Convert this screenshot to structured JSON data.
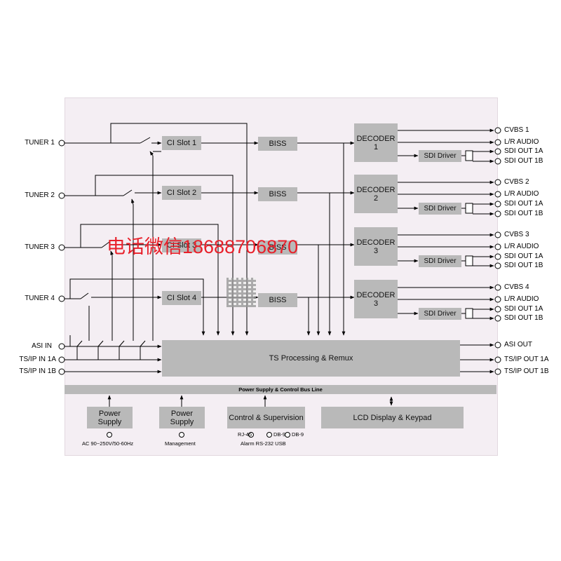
{
  "inputs": {
    "tuner1": "TUNER 1",
    "tuner2": "TUNER 2",
    "tuner3": "TUNER 3",
    "tuner4": "TUNER 4",
    "asi_in": "ASI IN",
    "tsip_in_1a": "TS/IP IN 1A",
    "tsip_in_1b": "TS/IP IN 1B"
  },
  "ci_slots": [
    "CI Slot 1",
    "CI Slot 2",
    "CI Slot 3",
    "CI Slot 4"
  ],
  "biss": [
    "BISS",
    "BISS",
    "BISS",
    "BISS"
  ],
  "decoders": [
    {
      "title": "DECODER",
      "num": "1"
    },
    {
      "title": "DECODER",
      "num": "2"
    },
    {
      "title": "DECODER",
      "num": "3"
    },
    {
      "title": "DECODER",
      "num": "3"
    }
  ],
  "sdi_driver": "SDI Driver",
  "outputs": {
    "ch1": [
      "CVBS 1",
      "L/R AUDIO",
      "SDI OUT 1A",
      "SDI OUT 1B"
    ],
    "ch2": [
      "CVBS 2",
      "L/R AUDIO",
      "SDI OUT 1A",
      "SDI OUT 1B"
    ],
    "ch3": [
      "CVBS 3",
      "L/R AUDIO",
      "SDI OUT 1A",
      "SDI OUT 1B"
    ],
    "ch4": [
      "CVBS 4",
      "L/R AUDIO",
      "SDI OUT 1A",
      "SDI OUT 1B"
    ],
    "asi_out": "ASI OUT",
    "tsip_out_1a": "TS/IP OUT 1A",
    "tsip_out_1b": "TS/IP OUT 1B"
  },
  "ts_processing": "TS Processing & Remux",
  "bus_line": "Power Supply & Control Bus Line",
  "bottom": {
    "power_supply": "Power Supply",
    "power_supply_mgmt": "Power Supply",
    "control": "Control & Supervision",
    "lcd": "LCD Display & Keypad",
    "ac_label": "AC 90~250V/50-60Hz",
    "mgmt_label": "Management",
    "ports": [
      "RJ-45",
      "DB-9",
      "DB-9"
    ],
    "port_caption": "Alarm RS-232 USB"
  },
  "watermark": "电话微信18688706870",
  "colors": {
    "panel": "#f4eef3",
    "block": "#b9b9b9",
    "line": "#000000",
    "watermark": "#e8202a"
  }
}
